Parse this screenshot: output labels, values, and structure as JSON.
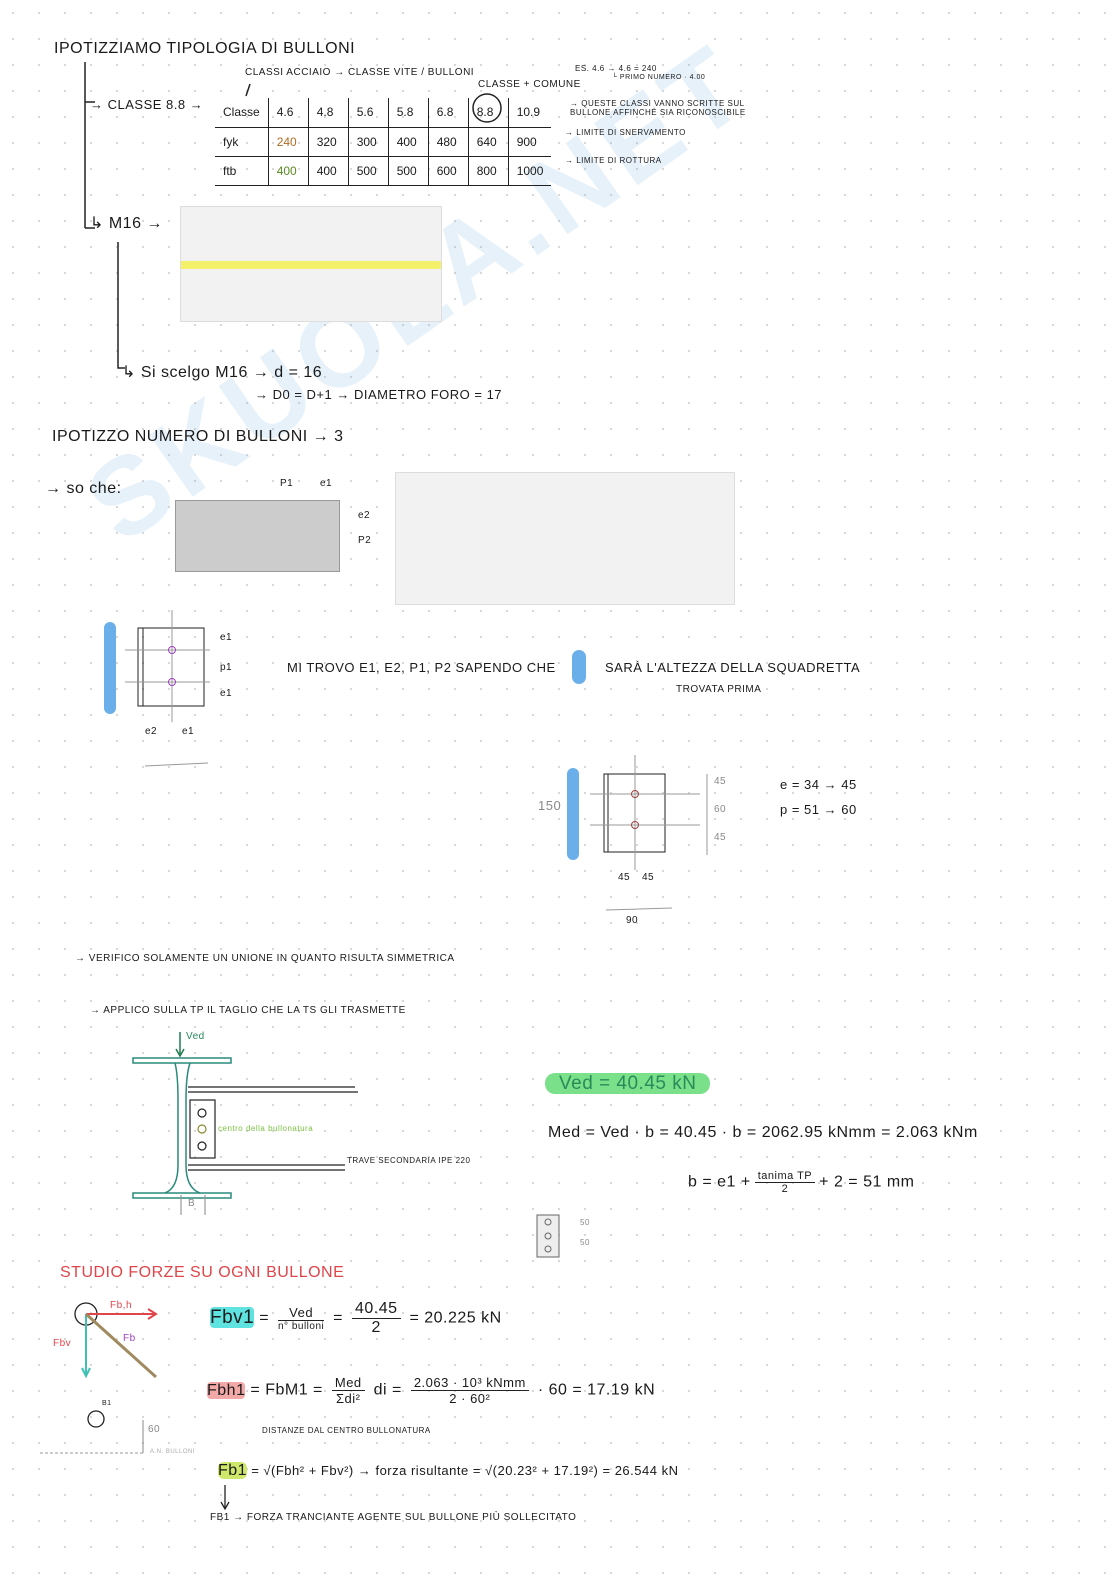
{
  "watermark": "SKUOLA.NET",
  "section1": {
    "title": "Ipotizziamo tipologia di bulloni",
    "classi_note": "Classi acciaio → classe vite / bulloni",
    "classe_comune": "Classe + comune",
    "example_note": "es. 4.6 → 4.6 = 240",
    "example_sub": "└ primo numero · 4.00",
    "classe_label": "→ Classe 8.8 →",
    "table": {
      "rows": [
        [
          "Classe",
          "4.6",
          "4.8",
          "5.6",
          "5.8",
          "6.8",
          "8.8",
          "10.9"
        ],
        [
          "fyk",
          "240",
          "320",
          "300",
          "400",
          "480",
          "640",
          "900"
        ],
        [
          "ftb",
          "400",
          "400",
          "500",
          "500",
          "600",
          "800",
          "1000"
        ]
      ]
    },
    "note_classes": "→ Queste classi vanno scritte sul bullone affinché sia riconoscibile",
    "note_fyk": "→ Limite di snervamento",
    "note_ftb": "→ Limite di rottura",
    "m16_label": "↳ M16 →",
    "choose": "↳ Si scelgo M16 → d = 16",
    "d0": "→ d0 = d+1 → diametro foro = 17"
  },
  "section2": {
    "title": "Ipotizzo numero di bulloni → 3",
    "so_che": "→ so che:",
    "mi_trovo": "Mi trovo e1, e2, P1, P2 sapendo che",
    "sara": "sarà l'altezza della squadretta",
    "trovata": "trovata prima",
    "labels_small": {
      "e1": "e1",
      "p1": "p1",
      "e1b": "e1",
      "e2": "e2",
      "e1c": "e1",
      "P1": "P1",
      "e1t": "e1",
      "e2t": "e2",
      "P2": "P2"
    },
    "dims": {
      "h": "150",
      "a": "45",
      "b": "60",
      "c": "45",
      "w1": "45",
      "w2": "45",
      "w": "90"
    },
    "e_rule": "e = 34 → 45",
    "p_rule": "p = 51 → 60"
  },
  "section3": {
    "verifico": "→ Verifico solamente un unione in quanto risulta simmetrica",
    "applico": "→ Applico sulla TP il taglio che la TS gli trasmette",
    "ved_arrow": "Ved",
    "centro": "centro della bullonatura",
    "trave": "Trave secondaria IPE 220",
    "b": "b",
    "ved_eq": "Ved = 40.45 kN",
    "med_eq": "Med = Ved · b = 40.45 · b = 2062.95 kNmm = 2.063 kNm",
    "b_eq_lhs": "b = e1 +",
    "b_num": "tanima TP",
    "b_den": "2",
    "b_eq_rhs": "+ 2 = 51 mm",
    "d50a": "50",
    "d50b": "50"
  },
  "section4": {
    "title": "Studio forze su ogni bullone",
    "fbh_label": "Fb,h",
    "fbv_label": "Fbv",
    "fb_label": "Fb",
    "b1": "B1",
    "d60": "60",
    "an": "A.N. bulloni",
    "fbv_lhs": "Fbv1",
    "fbv_num": "Ved",
    "fbv_den": "n° bulloni",
    "fbv_num2": "40.45",
    "fbv_den2": "2",
    "fbv_res": "= 20.225 kN",
    "fbh_lhs": "Fbh1",
    "fbh_mid": "= FbM1 =",
    "fbh_num": "Med",
    "fbh_den": "Σdi²",
    "fbh_di": "di =",
    "fbh_num2": "2.063 · 10³ kNmm",
    "fbh_den2": "2 · 60²",
    "fbh_res": "· 60 = 17.19 kN",
    "distanze": "distanze dal centro bullonatura",
    "fb_lhs": "Fb1",
    "fb_formula": "= √(Fbh² + Fbv²) → forza risultante = √(20.23² + 17.19²) = 26.544 kN",
    "fb_def": "Fb1 → forza tranciante agente sul bullone più sollecitato"
  }
}
